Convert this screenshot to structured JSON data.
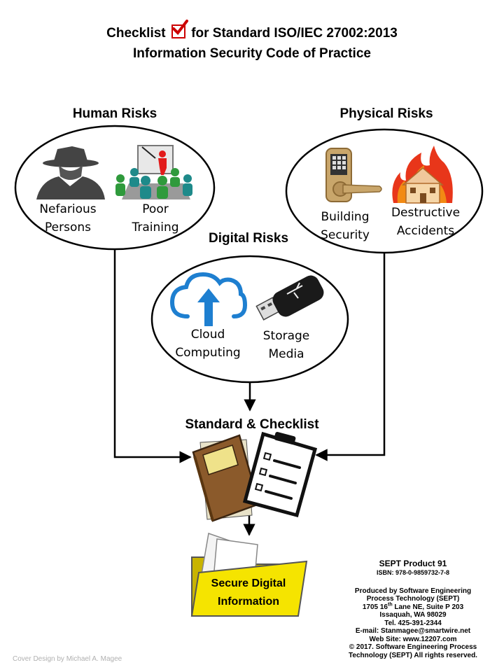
{
  "title": {
    "line1_pre": "Checklist",
    "line1_post": "for Standard ISO/IEC 27002:2013",
    "line2": "Information Security Code of Practice"
  },
  "groups": {
    "human": {
      "heading": "Human Risks",
      "items": [
        [
          "Nefarious",
          "Persons"
        ],
        [
          "Poor",
          "Training"
        ]
      ]
    },
    "physical": {
      "heading": "Physical Risks",
      "items": [
        [
          "Building",
          "Security"
        ],
        [
          "Destructive",
          "Accidents"
        ]
      ]
    },
    "digital": {
      "heading": "Digital Risks",
      "items": [
        [
          "Cloud",
          "Computing"
        ],
        [
          "Storage",
          "Media"
        ]
      ]
    }
  },
  "standard_heading": "Standard & Checklist",
  "folder": {
    "line1": "Secure Digital",
    "line2": "Information"
  },
  "product_info": {
    "product": "SEPT Product 91",
    "isbn": "ISBN:  978-0-9859732-7-8",
    "produced": [
      "Produced by Software Engineering",
      "Process Technology (SEPT)"
    ],
    "address1_pre": "1705 16",
    "address1_sup": "th",
    "address1_post": " Lane NE, Suite P 203",
    "address2": "Issaquah, WA 98029",
    "tel": "Tel. 425-391-2344",
    "email": "E-mail: Stanmagee@smartwire.net",
    "web": "Web Site: www.12207.com",
    "copyright": [
      "© 2017.  Software Engineering Process",
      "Technology (SEPT) All rights reserved."
    ]
  },
  "credit": "Cover Design by Michael A. Magee",
  "colors": {
    "check": "#cc0000",
    "cloud": "#1e7fd0",
    "folder": "#f5e400",
    "book": "#8b5a2b",
    "fire": "#e8361a"
  }
}
